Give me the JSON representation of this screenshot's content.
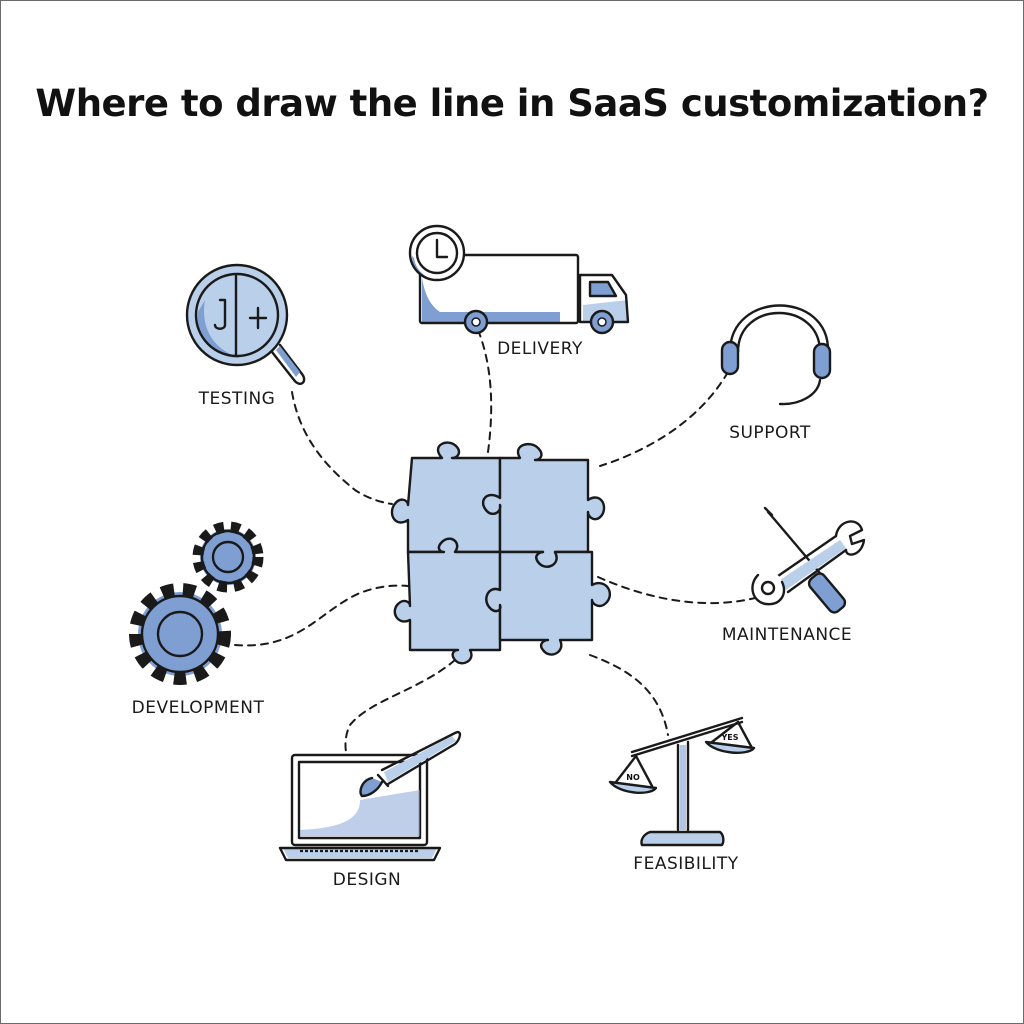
{
  "title": "Where to draw the line in SaaS customization?",
  "nodes": {
    "testing": "TESTING",
    "delivery": "DELIVERY",
    "support": "SUPPORT",
    "maintenance": "MAINTENANCE",
    "development": "DEVELOPMENT",
    "design": "DESIGN",
    "feasibility": "FEASIBILITY"
  },
  "scale": {
    "left": "NO",
    "right": "YES"
  },
  "colors": {
    "puzzle": "#b9cfea",
    "accent": "#7f9fd3",
    "ink": "#1a1a1a"
  }
}
